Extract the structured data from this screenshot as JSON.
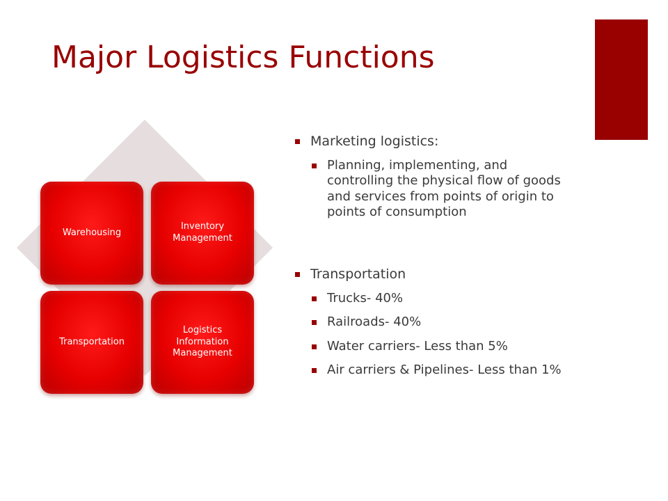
{
  "slide": {
    "title": "Major Logistics Functions",
    "accent_color": "#990000"
  },
  "diagram": {
    "tiles": [
      {
        "label": "Warehousing"
      },
      {
        "label": "Inventory\nManagement"
      },
      {
        "label": "Transportation"
      },
      {
        "label": "Logistics\nInformation\nManagement"
      }
    ]
  },
  "bullets": {
    "marketing": {
      "heading": "Marketing logistics:",
      "items": [
        "Planning, implementing, and controlling the physical flow of goods and services from points of origin to points of consumption"
      ]
    },
    "transportation": {
      "heading": "Transportation",
      "items": [
        "Trucks- 40%",
        "Railroads- 40%",
        "Water carriers- Less than 5%",
        "Air carriers & Pipelines- Less than 1%"
      ]
    }
  }
}
